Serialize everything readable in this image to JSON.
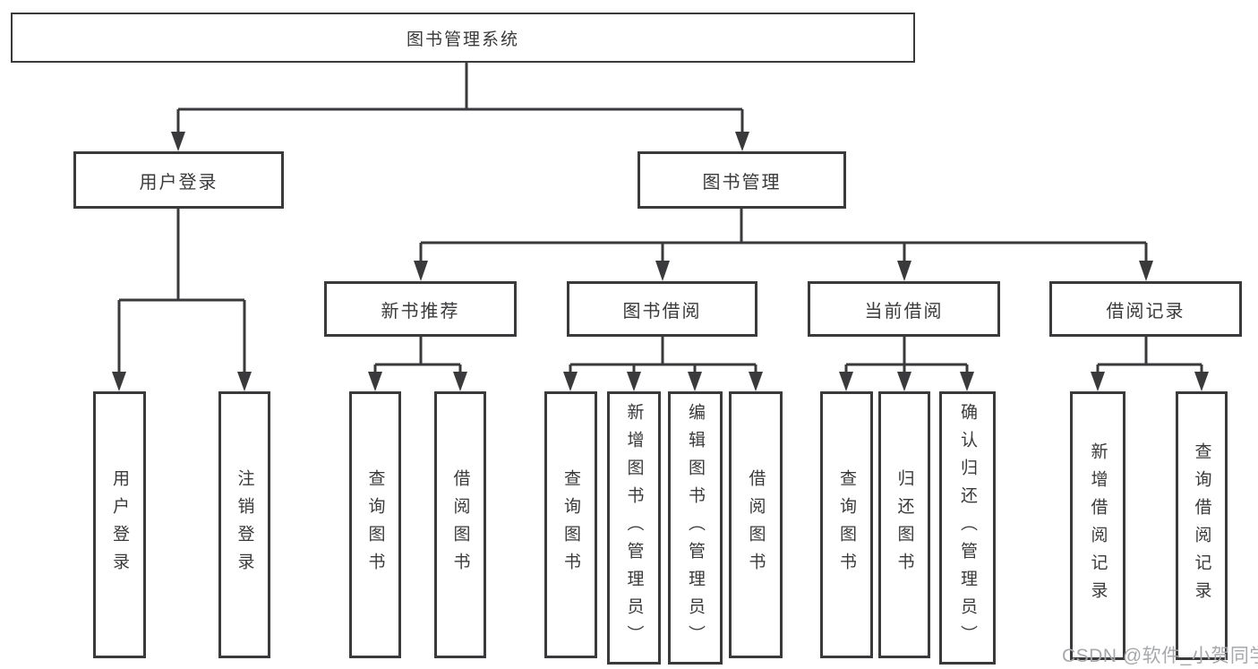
{
  "colors": {
    "line": "#3a3a3c",
    "text": "#3a3a3c",
    "box_background": "#ffffff",
    "background": "#ffffff",
    "watermark": "#a6a8ab"
  },
  "watermark": {
    "text": "CSDN @软件_小贺同学"
  },
  "tree": {
    "label": "图书管理系统",
    "children": [
      {
        "label": "用户登录",
        "children": [
          {
            "label": "用户登录"
          },
          {
            "label": "注销登录"
          }
        ]
      },
      {
        "label": "图书管理",
        "children": [
          {
            "label": "新书推荐",
            "children": [
              {
                "label": "查询图书"
              },
              {
                "label": "借阅图书"
              }
            ]
          },
          {
            "label": "图书借阅",
            "children": [
              {
                "label": "查询图书"
              },
              {
                "label": "新增图书（管理员）"
              },
              {
                "label": "编辑图书（管理员）"
              },
              {
                "label": "借阅图书"
              }
            ]
          },
          {
            "label": "当前借阅",
            "children": [
              {
                "label": "查询图书"
              },
              {
                "label": "归还图书"
              },
              {
                "label": "确认归还（管理员）"
              }
            ]
          },
          {
            "label": "借阅记录",
            "children": [
              {
                "label": "新增借阅记录"
              },
              {
                "label": "查询借阅记录"
              }
            ]
          }
        ]
      }
    ]
  }
}
